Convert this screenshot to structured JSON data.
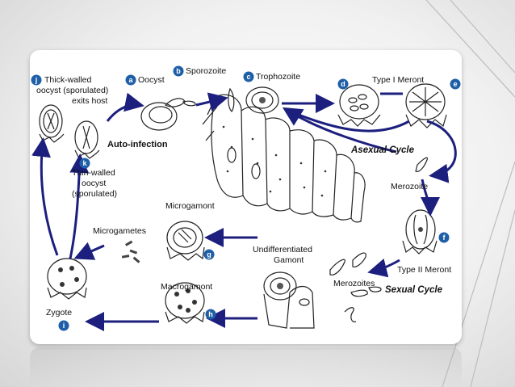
{
  "diagram": {
    "stages": [
      {
        "id": "a",
        "label": "Oocyst"
      },
      {
        "id": "b",
        "label": "Sporozoite"
      },
      {
        "id": "c",
        "label": "Trophozoite"
      },
      {
        "id": "d",
        "label": ""
      },
      {
        "id": "e",
        "label": "Type I Meront"
      },
      {
        "id": "f",
        "label": "Type II Meront"
      },
      {
        "id": "g",
        "label": "Microgamont"
      },
      {
        "id": "h",
        "label": "Macrogamont"
      },
      {
        "id": "i",
        "label": "Zygote"
      },
      {
        "id": "j",
        "label_lines": [
          "Thick-walled",
          "oocyst (sporulated)",
          "exits host"
        ]
      },
      {
        "id": "k",
        "label_lines": [
          "Thin-walled",
          "oocyst",
          "(sporulated)"
        ]
      }
    ],
    "other_labels": {
      "merozoite": "Merozoite",
      "merozoites": "Merozoites",
      "microgametes": "Microgametes",
      "undiff_1": "Undifferentiated",
      "undiff_2": "Gamont",
      "auto_infection": "Auto-infection",
      "asexual_cycle": "Asexual Cycle",
      "sexual_cycle": "Sexual Cycle"
    },
    "colors": {
      "arrow": "#1c1f7e",
      "badge": "#1f5fa8"
    }
  }
}
